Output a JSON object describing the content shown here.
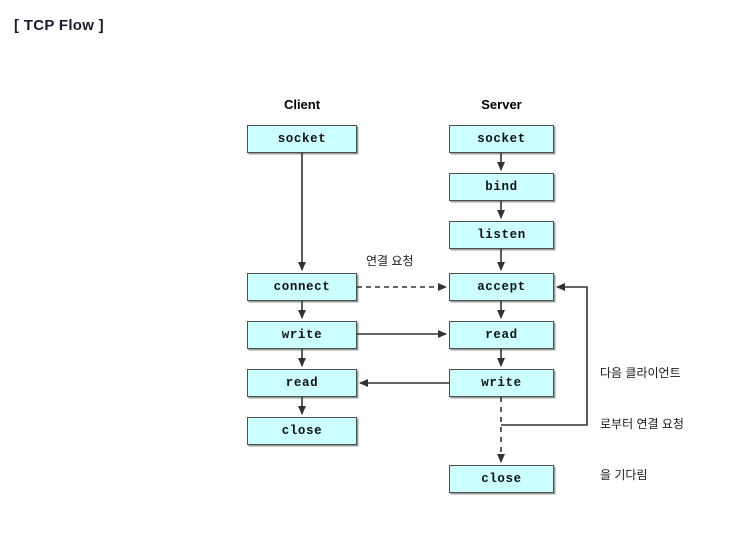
{
  "page": {
    "title": "[ TCP Flow ]",
    "background_color": "#ffffff"
  },
  "theme": {
    "box_fill": "#ccffff",
    "box_border": "#4d4d4d",
    "box_shadow": "#9aa0a0",
    "line_color": "#333333",
    "title_color": "#1a1a2e",
    "text_color": "#111111"
  },
  "columns": [
    {
      "id": "client",
      "header": "Client"
    },
    {
      "id": "server",
      "header": "Server"
    }
  ],
  "nodes": {
    "client": [
      {
        "id": "client-socket",
        "label": "socket"
      },
      {
        "id": "client-connect",
        "label": "connect"
      },
      {
        "id": "client-write",
        "label": "write"
      },
      {
        "id": "client-read",
        "label": "read"
      },
      {
        "id": "client-close",
        "label": "close"
      }
    ],
    "server": [
      {
        "id": "server-socket",
        "label": "socket"
      },
      {
        "id": "server-bind",
        "label": "bind"
      },
      {
        "id": "server-listen",
        "label": "listen"
      },
      {
        "id": "server-accept",
        "label": "accept"
      },
      {
        "id": "server-read",
        "label": "read"
      },
      {
        "id": "server-write",
        "label": "write"
      },
      {
        "id": "server-close",
        "label": "close"
      }
    ]
  },
  "annotations": {
    "connection_request": "연결 요청",
    "wait_next_client_line1": "다음 클라이언트",
    "wait_next_client_line2": "로부터 연결 요청",
    "wait_next_client_line3": "을 기다림"
  },
  "edges": [
    {
      "id": "client-socket-to-connect",
      "style": "solid",
      "arrow": "down"
    },
    {
      "id": "client-connect-to-write",
      "style": "solid",
      "arrow": "down"
    },
    {
      "id": "client-write-to-read",
      "style": "solid",
      "arrow": "down"
    },
    {
      "id": "client-read-to-close",
      "style": "solid",
      "arrow": "down"
    },
    {
      "id": "server-socket-to-bind",
      "style": "solid",
      "arrow": "down"
    },
    {
      "id": "server-bind-to-listen",
      "style": "solid",
      "arrow": "down"
    },
    {
      "id": "server-listen-to-accept",
      "style": "solid",
      "arrow": "down"
    },
    {
      "id": "server-accept-to-read",
      "style": "solid",
      "arrow": "down"
    },
    {
      "id": "server-read-to-write",
      "style": "solid",
      "arrow": "down"
    },
    {
      "id": "server-write-to-close",
      "style": "dashed",
      "arrow": "down"
    },
    {
      "id": "connect-to-accept",
      "style": "dashed",
      "arrow": "right"
    },
    {
      "id": "client-write-to-server-read",
      "style": "solid",
      "arrow": "right"
    },
    {
      "id": "server-write-to-client-read",
      "style": "solid",
      "arrow": "left"
    },
    {
      "id": "loop-back-to-accept",
      "style": "solid",
      "arrow": "left"
    }
  ]
}
